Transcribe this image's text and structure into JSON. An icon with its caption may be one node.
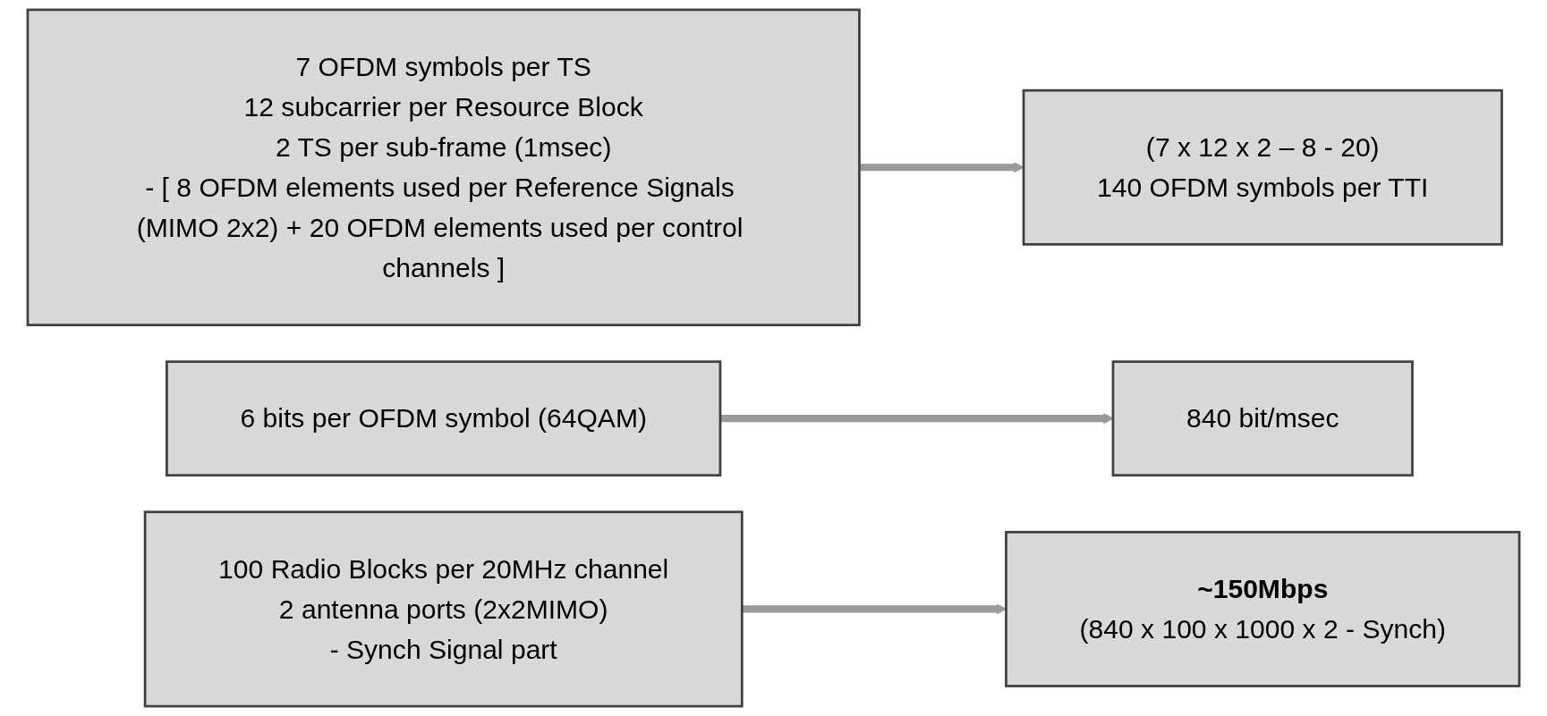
{
  "diagram": {
    "nodes": [
      {
        "text": [
          "7 OFDM symbols per TS",
          "12 subcarrier per Resource Block",
          "2 TS per sub-frame (1msec)",
          "- [ 8 OFDM elements used per Reference Signals (MIMO 2x2) + 20 OFDM elements used per control channels ]"
        ]
      },
      {
        "text": [
          "(7 x 12 x 2 – 8 - 20)",
          "140 OFDM symbols per TTI"
        ]
      },
      {
        "text": [
          "6 bits per OFDM symbol (64QAM)"
        ]
      },
      {
        "text": [
          "840 bit/msec"
        ]
      },
      {
        "text": [
          "100 Radio Blocks per 20MHz channel",
          "2 antenna ports (2x2MIMO)",
          "- Synch Signal part"
        ]
      },
      {
        "text": [
          "~150Mbps",
          "(840 x 100 x 1000 x 2 - Synch)"
        ]
      }
    ],
    "edges": [
      {
        "from": 0,
        "to": 1,
        "arrow": "to"
      },
      {
        "from": 2,
        "to": 3,
        "arrow": "to"
      },
      {
        "from": 4,
        "to": 5,
        "arrow": "to"
      }
    ]
  }
}
